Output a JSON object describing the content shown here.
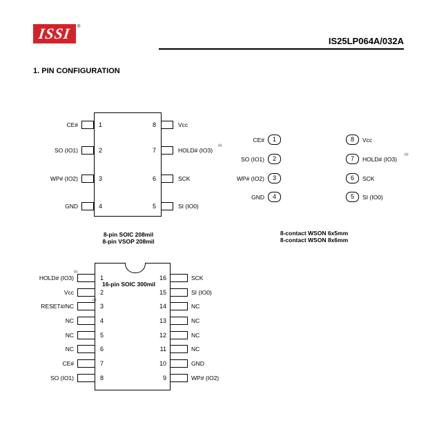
{
  "header": {
    "logo_text": "ISSI",
    "logo_reg": "®",
    "part_number": "IS25LP064A/032A"
  },
  "section_title": "1.  PIN CONFIGURATION",
  "soic8": {
    "left_pins": [
      {
        "num": "1",
        "label": "CE#"
      },
      {
        "num": "2",
        "label": "SO (IO1)"
      },
      {
        "num": "3",
        "label": "WP# (IO2)"
      },
      {
        "num": "4",
        "label": "GND"
      }
    ],
    "right_pins": [
      {
        "num": "8",
        "label": "Vcc"
      },
      {
        "num": "7",
        "label": "HOLD# (IO3)",
        "note": "(1)"
      },
      {
        "num": "6",
        "label": "SCK"
      },
      {
        "num": "5",
        "label": "SI (IO0)"
      }
    ],
    "caption_line1": "8-pin SOIC 208mil",
    "caption_line2": "8-pin VSOP 208mil"
  },
  "wson": {
    "left_pins": [
      {
        "num": "1",
        "label": "CE#"
      },
      {
        "num": "2",
        "label": "SO (IO1)"
      },
      {
        "num": "3",
        "label": "WP# (IO2)"
      },
      {
        "num": "4",
        "label": "GND"
      }
    ],
    "right_pins": [
      {
        "num": "8",
        "label": "Vcc"
      },
      {
        "num": "7",
        "label": "HOLD# (IO3)",
        "note": "(1)"
      },
      {
        "num": "6",
        "label": "SCK"
      },
      {
        "num": "5",
        "label": "SI (IO0)"
      }
    ],
    "caption_line1": "8-contact WSON 6x5mm",
    "caption_line2": "8-contact WSON 8x6mm"
  },
  "soic16": {
    "title": "16-pin SOIC 300mil",
    "left_pins": [
      {
        "num": "1",
        "label": "HOLD# (IO3)",
        "note": "(1)"
      },
      {
        "num": "2",
        "label": "Vcc"
      },
      {
        "num": "3",
        "label": "RESET#/NC",
        "note": "(2)"
      },
      {
        "num": "4",
        "label": "NC"
      },
      {
        "num": "5",
        "label": "NC"
      },
      {
        "num": "6",
        "label": "NC"
      },
      {
        "num": "7",
        "label": "CE#"
      },
      {
        "num": "8",
        "label": "SO (IO1)"
      }
    ],
    "right_pins": [
      {
        "num": "16",
        "label": "SCK"
      },
      {
        "num": "15",
        "label": "SI (IO0)"
      },
      {
        "num": "14",
        "label": "NC"
      },
      {
        "num": "13",
        "label": "NC"
      },
      {
        "num": "12",
        "label": "NC"
      },
      {
        "num": "11",
        "label": "NC"
      },
      {
        "num": "10",
        "label": "GND"
      },
      {
        "num": "9",
        "label": "WP# (IO2)"
      }
    ]
  }
}
